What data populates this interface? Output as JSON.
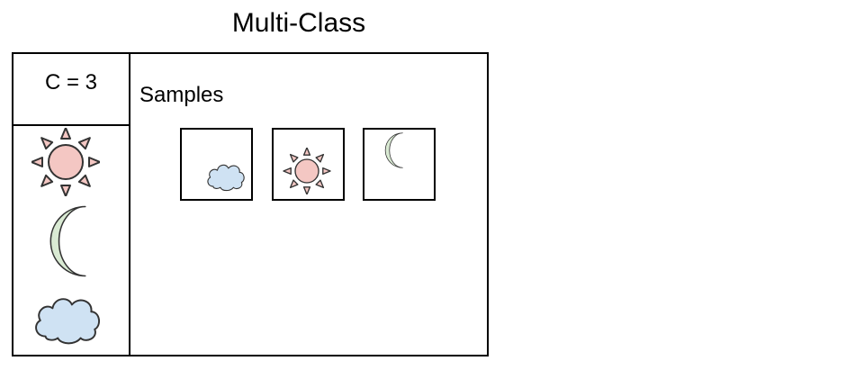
{
  "title": "Multi-Class",
  "class_panel": {
    "count_label": "C = 3",
    "classes": [
      {
        "icon": "sun-icon",
        "fill": "#f4c7c3",
        "stroke": "#333333"
      },
      {
        "icon": "moon-icon",
        "fill": "#d9ead3",
        "stroke": "#333333"
      },
      {
        "icon": "cloud-icon",
        "fill": "#cfe2f3",
        "stroke": "#333333"
      }
    ]
  },
  "samples": {
    "label": "Samples",
    "items": [
      {
        "icon": "cloud-icon"
      },
      {
        "icon": "sun-icon"
      },
      {
        "icon": "moon-icon"
      }
    ]
  }
}
